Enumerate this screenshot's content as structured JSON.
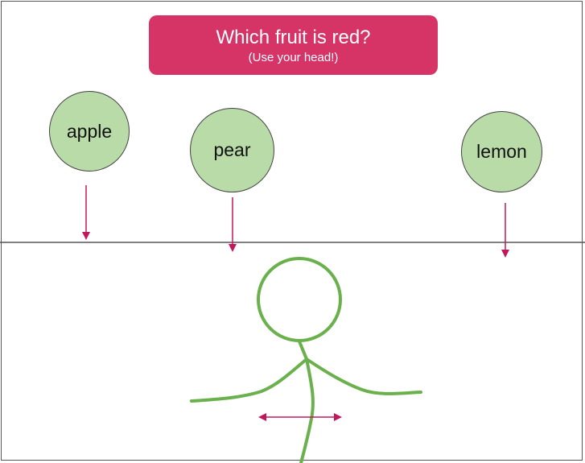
{
  "question": {
    "title": "Which fruit is red?",
    "hint": "(Use your head!)"
  },
  "fruits": [
    {
      "label": "apple"
    },
    {
      "label": "pear"
    },
    {
      "label": "lemon"
    }
  ],
  "colors": {
    "banner": "#d63367",
    "fruit_fill": "#b9dba8",
    "stick_figure": "#6ab04c",
    "arrows": "#c2185b",
    "ground_line": "#555555"
  },
  "icons": {
    "fall_arrow": "arrow-down-icon",
    "move_control": "double-arrow-horizontal-icon",
    "player": "stick-figure-icon"
  }
}
